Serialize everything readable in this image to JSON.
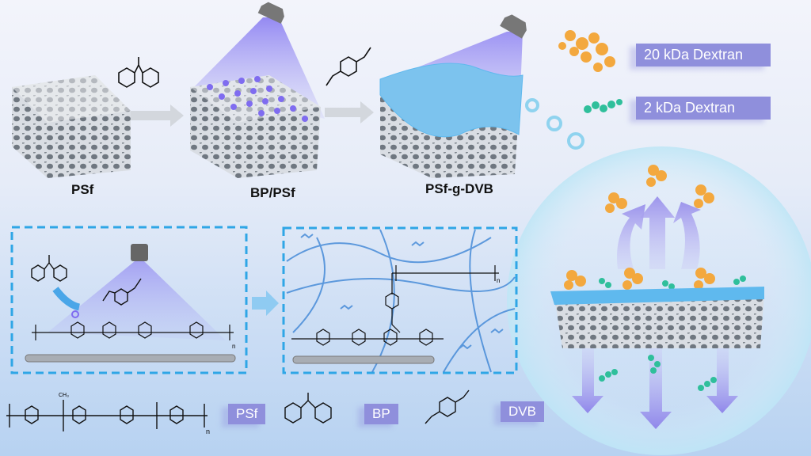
{
  "top_row": {
    "labels": [
      "PSf",
      "BP/PSf",
      "PSf-g-DVB"
    ]
  },
  "legend_dextran": {
    "large": "20 kDa Dextran",
    "small": "2  kDa Dextran"
  },
  "mechanism": {
    "subscript_n": "n",
    "methyl": "CH₃"
  },
  "bottom_row": {
    "psf_label": "PSf",
    "bp_label": "BP",
    "dvb_label": "DVB",
    "subscript_n": "n"
  },
  "colors": {
    "tag_bg": "#8f8fdc",
    "dashed_box": "#2fa6e6",
    "uv_light": "#8a7ff0",
    "dextran_large": "#f3a83e",
    "dextran_small": "#2fbf9b",
    "membrane_top": "#5fb9ee"
  }
}
